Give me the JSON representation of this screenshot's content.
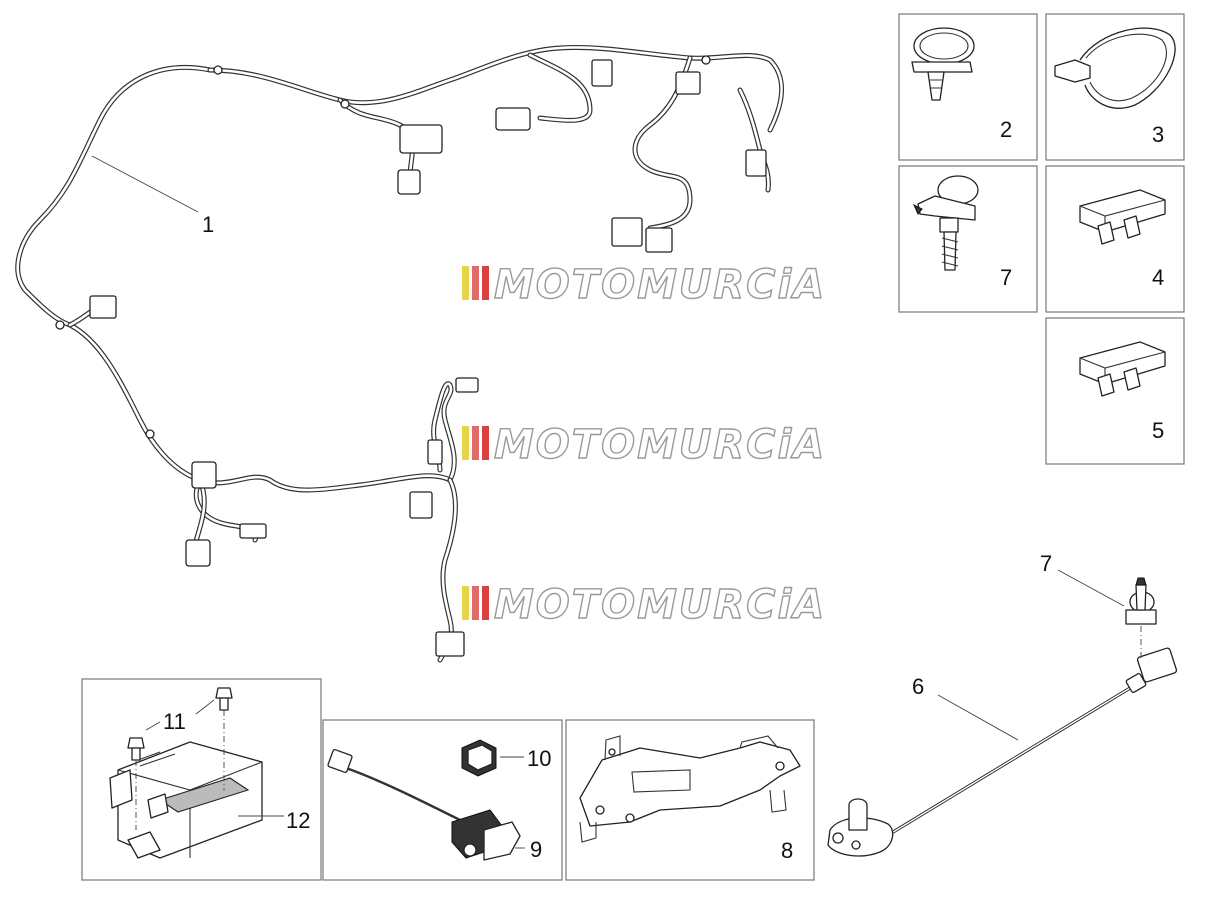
{
  "diagram": {
    "watermark": "MOTOMURCiA",
    "watermark_colors": [
      "#e8d44a",
      "#e36a6a",
      "#d94040"
    ],
    "part_labels": {
      "p1": "1",
      "p2": "2",
      "p3": "3",
      "p4": "4",
      "p5": "5",
      "p6": "6",
      "p7_box": "7",
      "p7_call": "7",
      "p8": "8",
      "p9": "9",
      "p10": "10",
      "p11": "11",
      "p12": "12"
    }
  }
}
